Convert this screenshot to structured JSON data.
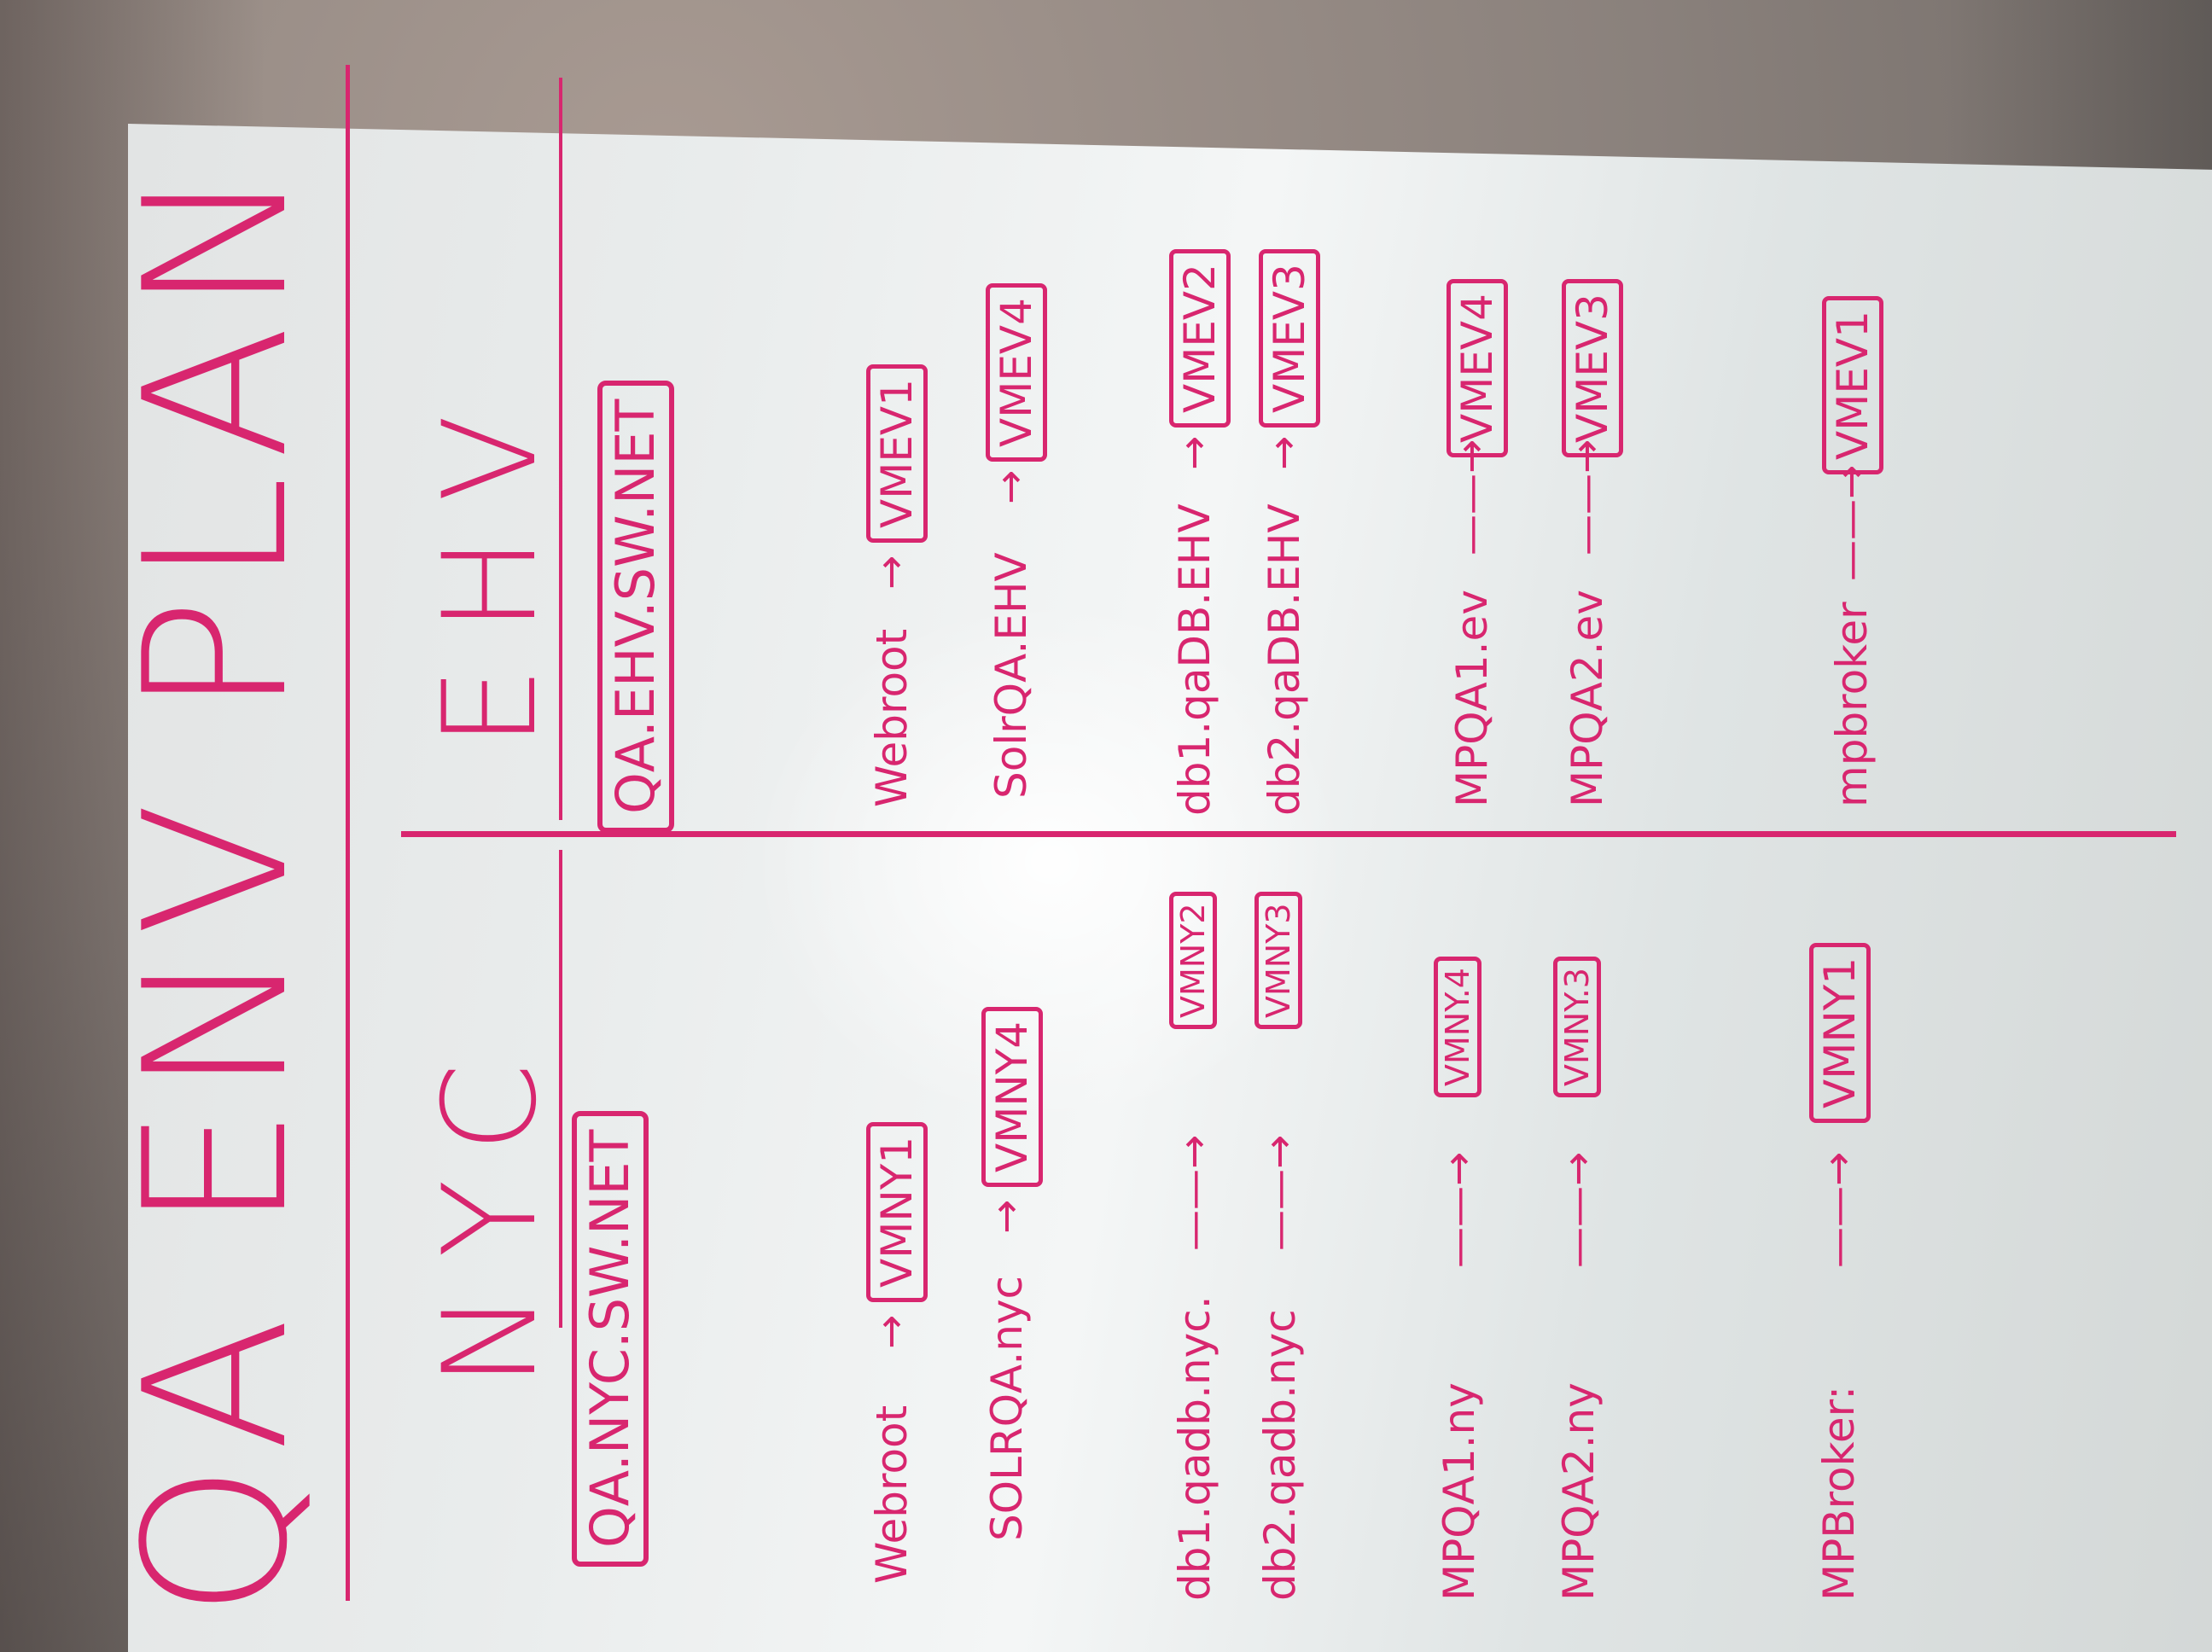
{
  "title": "QA ENV PLAN",
  "nyc": {
    "heading": "NYC",
    "host": "QA.NYC.SW.NET",
    "rows": [
      {
        "source": "Webroot",
        "arrow": "→",
        "target": "VMNY1"
      },
      {
        "source": "SOLRQA.nyc",
        "arrow": "→",
        "target": "VMNY4"
      },
      {
        "source": "db1.qadb.nyc.",
        "arrow": "——→",
        "target": "VMNY2"
      },
      {
        "source": "db2.qadb.nyc",
        "arrow": "——→",
        "target": "VMNY3"
      },
      {
        "source": "MPQA1.ny",
        "arrow": "——→",
        "target": "VMNY.4"
      },
      {
        "source": "MPQA2.ny",
        "arrow": "——→",
        "target": "VMNY.3"
      },
      {
        "source": "MPBroker:",
        "arrow": "——→",
        "target": "VMNY1"
      }
    ]
  },
  "ehv": {
    "heading": "EHV",
    "host": "QA.EHV.SW.NET",
    "rows": [
      {
        "source": "Webroot",
        "arrow": "→",
        "target": "VMEV1"
      },
      {
        "source": "SolrQA.EHV",
        "arrow": "→",
        "target": "VMEV4"
      },
      {
        "source": "db1.qaDB.EHV",
        "arrow": "→",
        "target": "VMEV2"
      },
      {
        "source": "db2.qaDB.EHV",
        "arrow": "→",
        "target": "VMEV3"
      },
      {
        "source": "MPQA1.ev",
        "arrow": "——→",
        "target": "VMEV4"
      },
      {
        "source": "MPQA2.ev",
        "arrow": "——→",
        "target": "VMEV3"
      },
      {
        "source": "mpbroker",
        "arrow": "——→",
        "target": "VMEV1"
      }
    ]
  },
  "colors": {
    "ink": "#d8266f",
    "board": "#eef1f1"
  }
}
